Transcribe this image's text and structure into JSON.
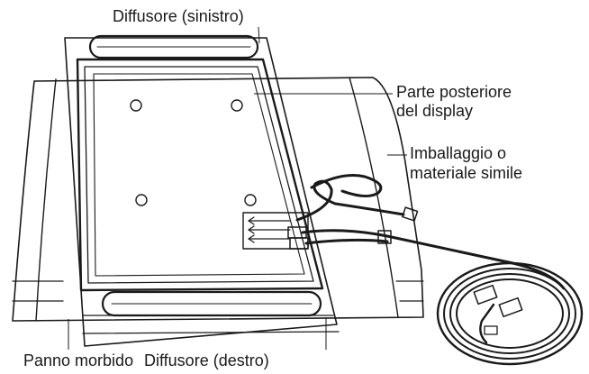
{
  "labels": {
    "speaker_left": "Diffusore (sinistro)",
    "display_back_line1": "Parte posteriore",
    "display_back_line2": "del display",
    "packaging_line1": "Imballaggio o",
    "packaging_line2": "materiale simile",
    "soft_cloth": "Panno morbido",
    "speaker_right": "Diffusore (destro)"
  }
}
